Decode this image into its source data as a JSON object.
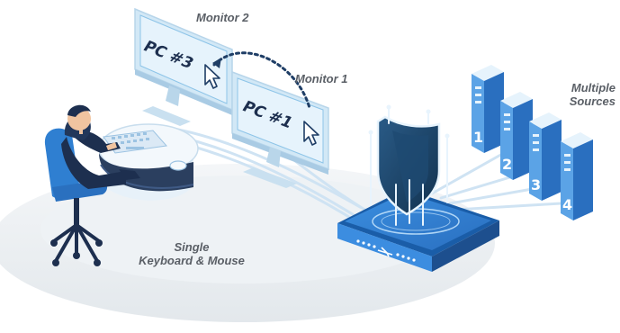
{
  "labels": {
    "monitor_2": "Monitor 2",
    "monitor_1": "Monitor 1",
    "multiple_line1": "Multiple",
    "multiple_line2": "Sources",
    "single_line1": "Single",
    "single_line2": "Keyboard & Mouse"
  },
  "screens": {
    "left": "PC #3",
    "right": "PC #1"
  },
  "towers": [
    "1",
    "2",
    "3",
    "4"
  ],
  "colors": {
    "accent": "#2f7fd1",
    "accent_dark": "#1f4a86",
    "screen": "#e6f3fc",
    "monitor_frame": "#d2e8f6",
    "floor": "#edf1f4",
    "label": "#5a5f66"
  },
  "icons": [
    "cursor-icon",
    "shield-icon",
    "usb-icon",
    "person-icon",
    "chair-icon"
  ]
}
